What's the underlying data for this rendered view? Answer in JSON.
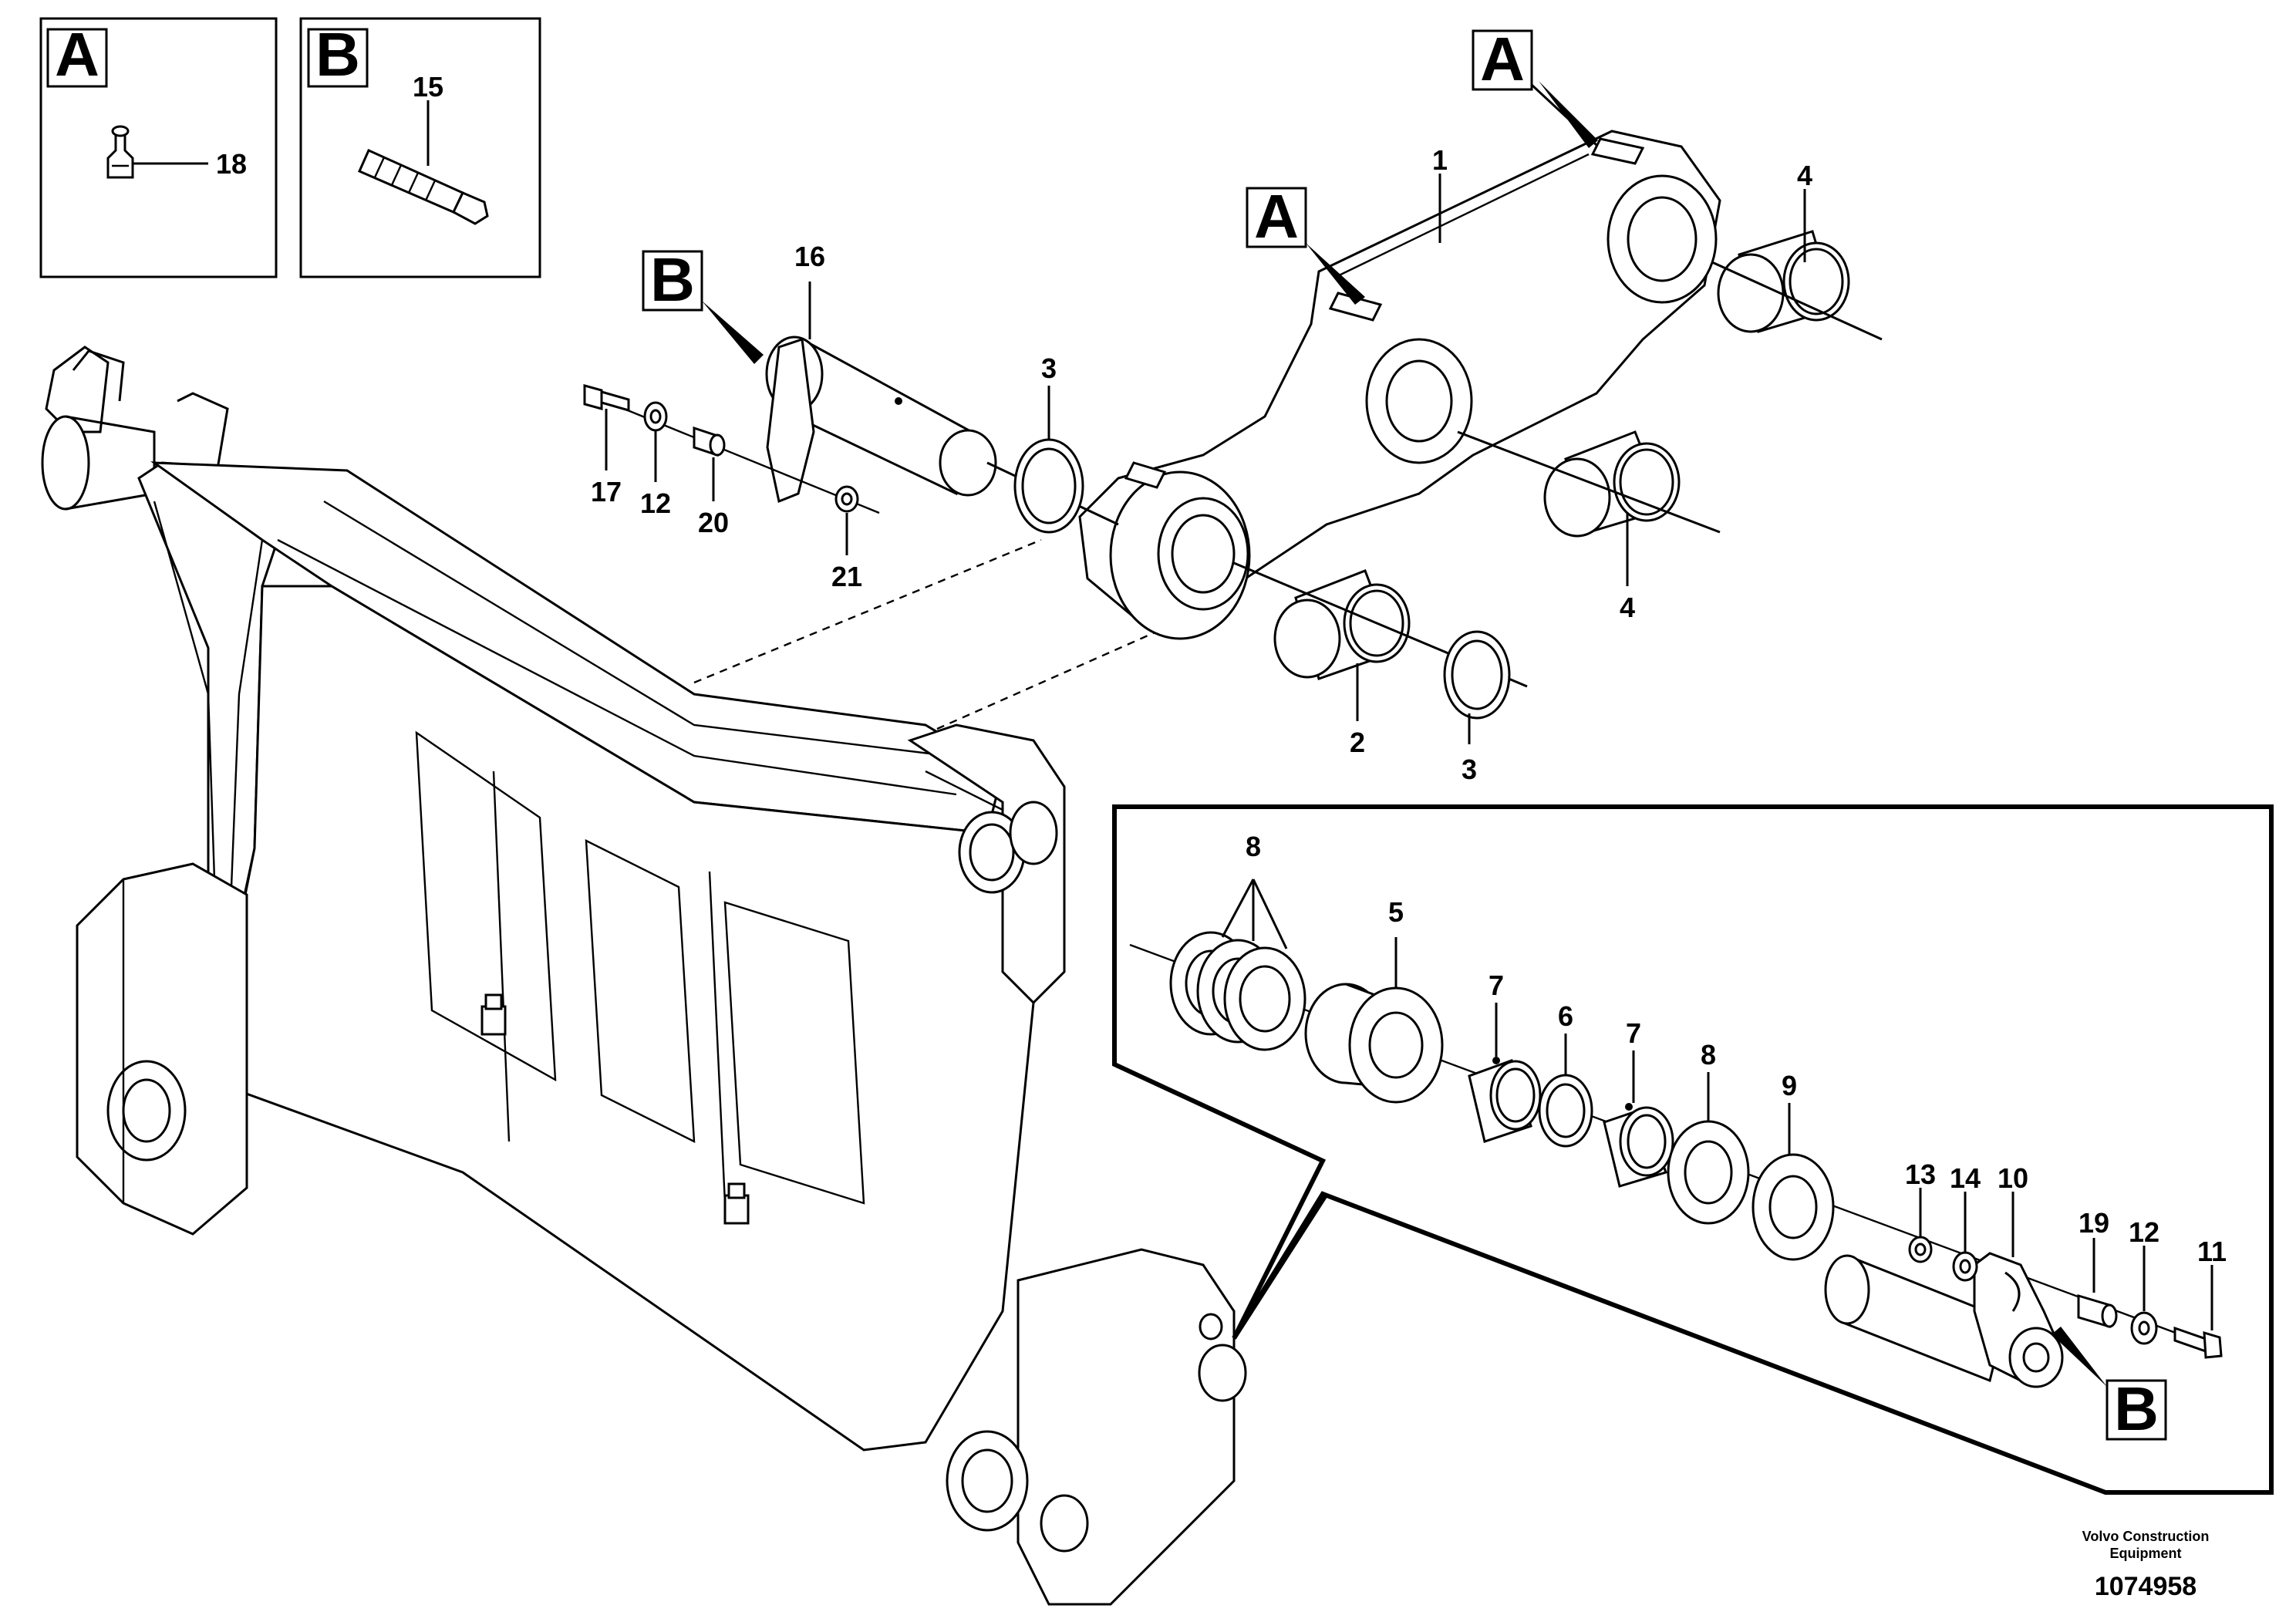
{
  "diagram": {
    "detail_letters": {
      "box_a_small": "A",
      "box_b_small": "B",
      "callout_a_upper": "A",
      "callout_a_lower": "A",
      "callout_b_pin": "B",
      "callout_b_inset": "B"
    },
    "part_numbers": {
      "p18": "18",
      "p15": "15",
      "p16": "16",
      "p1": "1",
      "p4_top": "4",
      "p4_mid": "4",
      "p3_top": "3",
      "p3_bottom": "3",
      "p2": "2",
      "p17": "17",
      "p12_top": "12",
      "p20": "20",
      "p21": "21",
      "p8_top": "8",
      "p5": "5",
      "p7_a": "7",
      "p6": "6",
      "p7_b": "7",
      "p8_mid": "8",
      "p9": "9",
      "p13": "13",
      "p14": "14",
      "p10": "10",
      "p19": "19",
      "p12_bottom": "12",
      "p11": "11"
    },
    "footer": {
      "company_line1": "Volvo Construction",
      "company_line2": "Equipment",
      "drawing_number": "1074958"
    }
  }
}
